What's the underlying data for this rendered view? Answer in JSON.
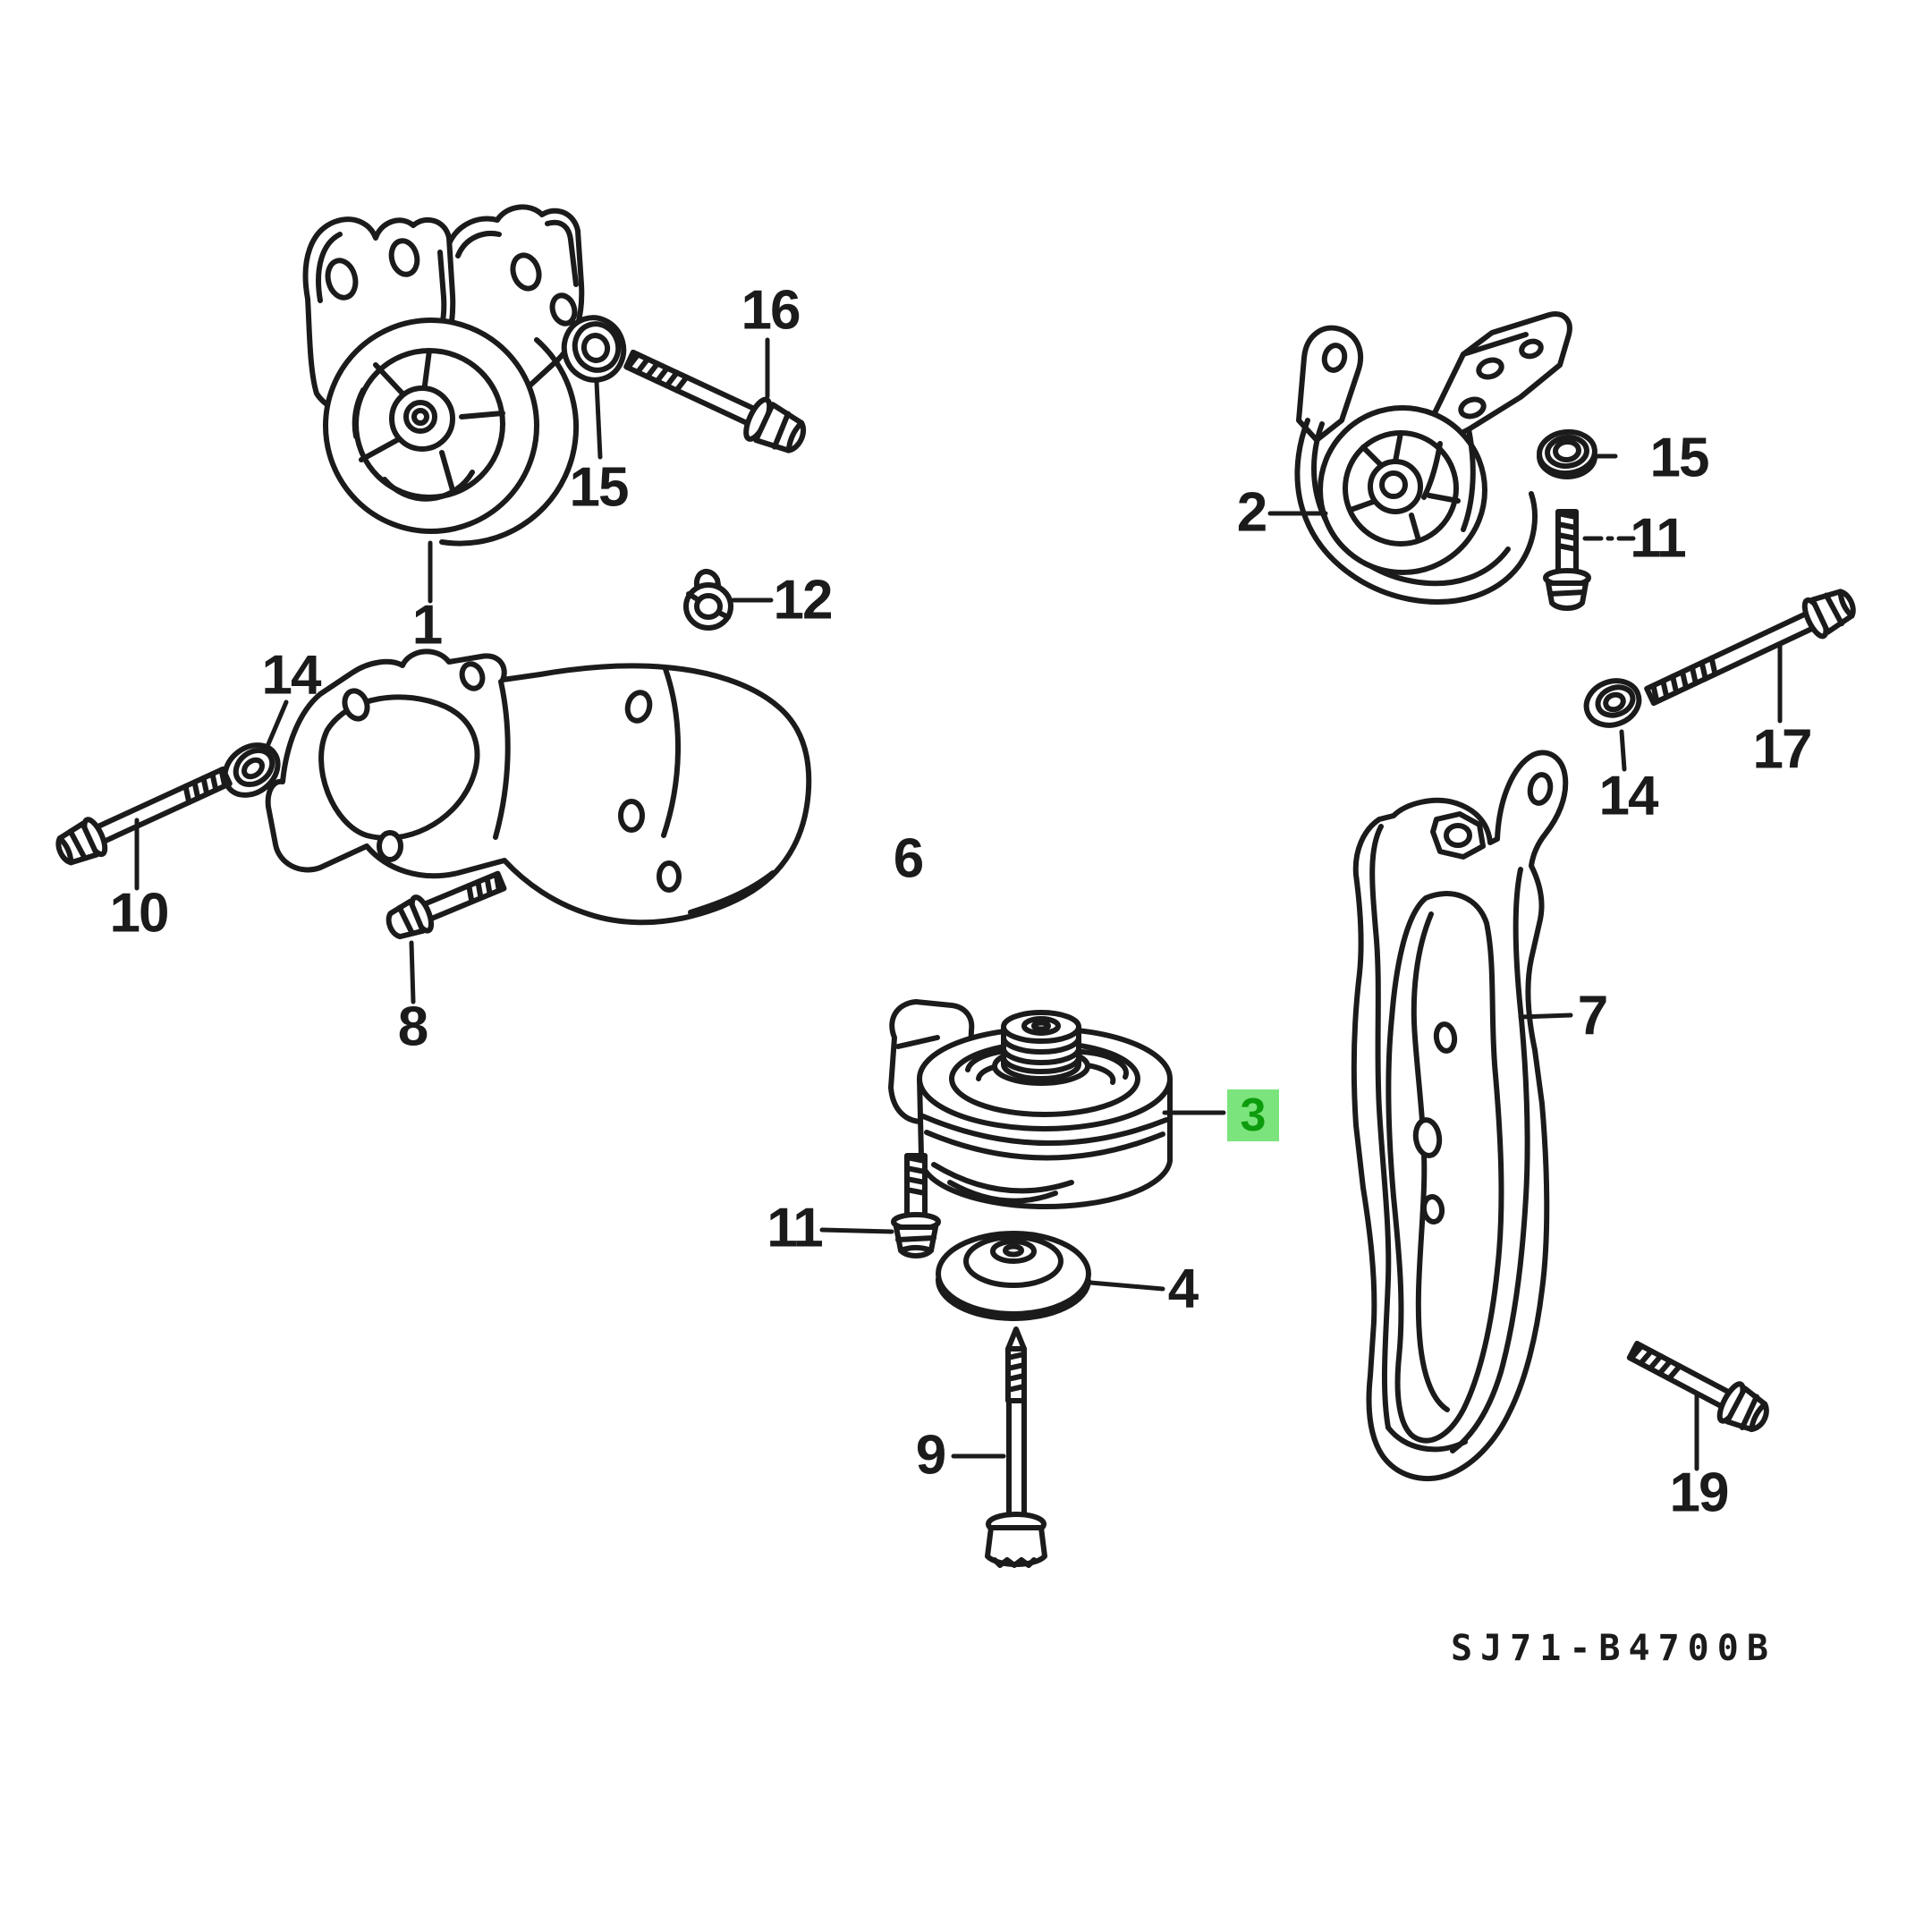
{
  "page": {
    "background": "#ffffff",
    "ink": "#1b1b1b"
  },
  "highlight": {
    "bg": "#7ce47c",
    "fg": "#0d9c0d"
  },
  "footer": {
    "diagram_code": "SJ71-B4700B"
  },
  "callouts": {
    "c1": "1",
    "c2": "2",
    "c3": "3",
    "c4": "4",
    "c6": "6",
    "c7": "7",
    "c8": "8",
    "c9": "9",
    "c10": "10",
    "c11_right": "11",
    "c11_bottom": "11",
    "c12": "12",
    "c14_left": "14",
    "c14_right": "14",
    "c15_left": "15",
    "c15_right": "15",
    "c16": "16",
    "c17": "17",
    "c19": "19"
  }
}
